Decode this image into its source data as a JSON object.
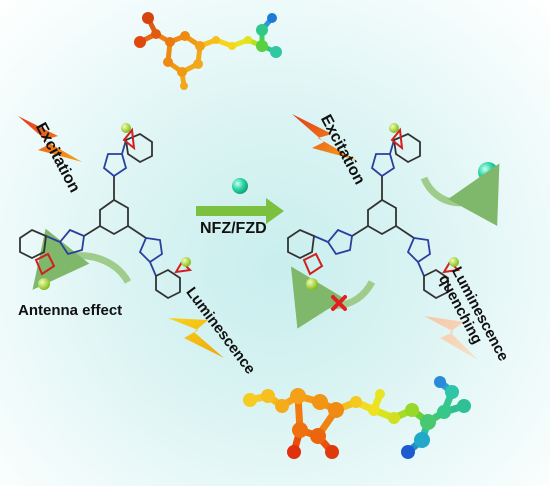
{
  "labels": {
    "excitation_left": "Excitation",
    "excitation_right": "Excitation",
    "antenna_effect": "Antenna effect",
    "arrow_label": "NFZ/FZD",
    "luminescence_left": "Luminescence",
    "luminescence_right": "Luminescence",
    "quenching": "quenching"
  },
  "colors": {
    "lanthanide_ion": "#9acd32",
    "analyte": "#2fd6a8",
    "reaction_arrow": "#7cc040",
    "energy_arrow": "#9fcc8a",
    "block_mark": "#e02020",
    "bolt_bright": "#f2c21a",
    "bolt_faded": "#f6b89a"
  },
  "icons": [
    "lightning-bolt-icon",
    "analyte-sphere-icon",
    "cross-icon",
    "molecule-model-icon"
  ]
}
